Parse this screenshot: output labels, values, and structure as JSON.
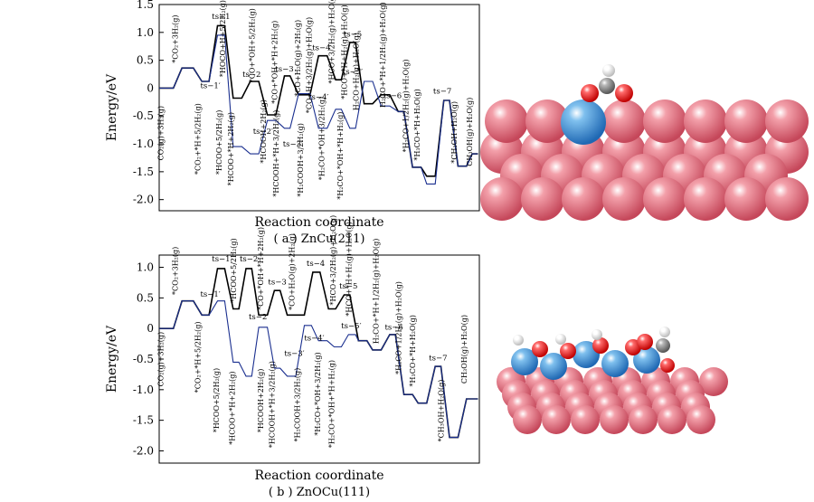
{
  "chart_data": [
    {
      "type": "line",
      "caption": "( a ) ZnCu(211)",
      "xlabel": "Reaction coordinate",
      "ylabel": "Energy/eV",
      "ylim": [
        -2.2,
        1.5
      ],
      "yticks": [
        "1.5",
        "1.0",
        "0.5",
        "0",
        "-0.5",
        "-1.0",
        "-1.5",
        "-2.0"
      ],
      "series": [
        {
          "color": "#000000",
          "points": [
            [
              0,
              0
            ],
            [
              1,
              0
            ],
            [
              1.6,
              0.36
            ],
            [
              2.4,
              0.36
            ],
            [
              3,
              0.12
            ],
            [
              3.5,
              0.12
            ],
            [
              4.1,
              1.12
            ],
            [
              4.6,
              1.12
            ],
            [
              5.2,
              -0.18
            ],
            [
              5.8,
              -0.18
            ],
            [
              6.4,
              0.12
            ],
            [
              7,
              0.12
            ],
            [
              7.6,
              -0.48
            ],
            [
              8.2,
              -0.48
            ],
            [
              8.8,
              0.22
            ],
            [
              9.2,
              0.22
            ],
            [
              9.8,
              -0.12
            ],
            [
              10.6,
              -0.12
            ],
            [
              11.2,
              0.58
            ],
            [
              11.8,
              0.58
            ],
            [
              12.4,
              0.15
            ],
            [
              12.8,
              0.15
            ],
            [
              13.4,
              0.82
            ],
            [
              13.8,
              0.82
            ],
            [
              14.4,
              -0.28
            ],
            [
              15,
              -0.28
            ],
            [
              15.6,
              -0.12
            ],
            [
              16.2,
              -0.12
            ],
            [
              16.8,
              -0.42
            ],
            [
              17.2,
              -0.42
            ],
            [
              17.8,
              -1.42
            ],
            [
              18.4,
              -1.42
            ],
            [
              18.8,
              -1.58
            ],
            [
              19.4,
              -1.58
            ],
            [
              20,
              -0.22
            ],
            [
              20.4,
              -0.22
            ],
            [
              21,
              -1.4
            ],
            [
              21.6,
              -1.4
            ],
            [
              22,
              -1.18
            ],
            [
              22.4,
              -1.18
            ]
          ]
        },
        {
          "color": "#1a2f8f",
          "points": [
            [
              0,
              0
            ],
            [
              1,
              0
            ],
            [
              1.6,
              0.36
            ],
            [
              2.4,
              0.36
            ],
            [
              3,
              0.12
            ],
            [
              3.5,
              0.12
            ],
            [
              4.1,
              0.95
            ],
            [
              4.6,
              0.95
            ],
            [
              5.2,
              -1.05
            ],
            [
              5.8,
              -1.05
            ],
            [
              6.4,
              -1.18
            ],
            [
              7,
              -1.18
            ],
            [
              7.6,
              -0.58
            ],
            [
              8.2,
              -0.58
            ],
            [
              8.8,
              -0.72
            ],
            [
              9.2,
              -0.72
            ],
            [
              9.8,
              -0.1
            ],
            [
              10.6,
              -0.1
            ],
            [
              11.2,
              -0.72
            ],
            [
              11.8,
              -0.72
            ],
            [
              12.4,
              -0.38
            ],
            [
              12.8,
              -0.38
            ],
            [
              13.4,
              -0.72
            ],
            [
              13.8,
              -0.72
            ],
            [
              14.4,
              0.12
            ],
            [
              15,
              0.12
            ],
            [
              15.6,
              -0.32
            ],
            [
              16.2,
              -0.32
            ],
            [
              16.8,
              -0.42
            ],
            [
              17.2,
              -0.42
            ],
            [
              17.8,
              -1.42
            ],
            [
              18.4,
              -1.42
            ],
            [
              18.8,
              -1.72
            ],
            [
              19.4,
              -1.72
            ],
            [
              20,
              -0.22
            ],
            [
              20.4,
              -0.22
            ],
            [
              21,
              -1.4
            ],
            [
              21.6,
              -1.4
            ],
            [
              22,
              -1.18
            ],
            [
              22.4,
              -1.18
            ]
          ]
        }
      ],
      "transition_states": [
        {
          "label": "ts−1",
          "x": 4.35,
          "y": 1.24
        },
        {
          "label": "ts−1′",
          "x": 3.6,
          "y": 0.0
        },
        {
          "label": "ts−2",
          "x": 6.5,
          "y": 0.2
        },
        {
          "label": "ts−2′",
          "x": 7.3,
          "y": -0.82
        },
        {
          "label": "ts−3",
          "x": 8.8,
          "y": 0.3
        },
        {
          "label": "ts−3′",
          "x": 9.4,
          "y": -1.05
        },
        {
          "label": "ts−4",
          "x": 11.4,
          "y": 0.68
        },
        {
          "label": "ts−4′",
          "x": 11.2,
          "y": -0.2
        },
        {
          "label": "ts−5",
          "x": 13.6,
          "y": 0.92
        },
        {
          "label": "ts−5′",
          "x": 13.6,
          "y": 0.25
        },
        {
          "label": "ts−6",
          "x": 16.4,
          "y": -0.18
        },
        {
          "label": "ts−7",
          "x": 19.9,
          "y": -0.1
        }
      ],
      "annotations": [
        {
          "label": "CO₂(g)+3H₂(g)",
          "x": 0.3,
          "y": -1.3
        },
        {
          "label": "*CO₂+3H₂(g)",
          "x": 1.3,
          "y": 0.45
        },
        {
          "label": "*CO₂+*H+5/2H₂(g)",
          "x": 2.9,
          "y": -1.55
        },
        {
          "label": "*HOCO+H+5/2H₂(g)",
          "x": 4.65,
          "y": 0.2
        },
        {
          "label": "*CO+*OH+5/2H₂(g)",
          "x": 6.7,
          "y": 0.1
        },
        {
          "label": "*HCOO+5/2H₂(g)",
          "x": 4.4,
          "y": -1.55
        },
        {
          "label": "*HCOO+*H+2H₂(g)",
          "x": 5.2,
          "y": -1.75
        },
        {
          "label": "*CO+*OH+*H+2H₂(g)",
          "x": 8.3,
          "y": -0.28
        },
        {
          "label": "*HCOOH+2H₂(g)",
          "x": 7.5,
          "y": -1.35
        },
        {
          "label": "*HCOOH+*H+3/2H₂(g)",
          "x": 8.4,
          "y": -1.95
        },
        {
          "label": "*H₂COOH+3/2H₂(g)",
          "x": 10.1,
          "y": -1.95
        },
        {
          "label": "*CO+H₂O(g)+2H₂(g)",
          "x": 9.9,
          "y": -0.15
        },
        {
          "label": "*CO+H+3/2H₂(g)+H₂O(g)",
          "x": 10.7,
          "y": -0.45
        },
        {
          "label": "*HCO+3/2H₂(g)+H₂O(g)",
          "x": 12.3,
          "y": 0.08
        },
        {
          "label": "*HCO+*H+H₂(g)+H₂O(g)",
          "x": 13.2,
          "y": -0.2
        },
        {
          "label": "*H₂CO+*OH+3/2H₂(g)",
          "x": 11.6,
          "y": -1.65
        },
        {
          "label": "*H₂CO+*OH+*H+H₂(g)",
          "x": 12.9,
          "y": -2.0
        },
        {
          "label": "H₂CO+H₂(g)+H₂O(g)",
          "x": 14.0,
          "y": -0.4
        },
        {
          "label": "H₂CO+*H+1/2H₂(g)+H₂O(g)",
          "x": 15.9,
          "y": -0.35
        },
        {
          "label": "*H₂CO+1/2H₂(g)+H₂O(g)",
          "x": 17.5,
          "y": -1.15
        },
        {
          "label": "*H₃CO+*H+H₂O(g)",
          "x": 18.3,
          "y": -1.3
        },
        {
          "label": "*CH₃OH+H₂O(g)",
          "x": 20.9,
          "y": -1.35
        },
        {
          "label": "CH₃OH(g)+H₂O(g)",
          "x": 22.0,
          "y": -1.4
        }
      ]
    },
    {
      "type": "line",
      "caption": "( b ) ZnOCu(111)",
      "xlabel": "Reaction coordinate",
      "ylabel": "Energy/eV",
      "ylim": [
        -2.2,
        1.2
      ],
      "yticks": [
        "1.0",
        "0.5",
        "0",
        "-0.5",
        "-1.0",
        "-1.5",
        "-2.0"
      ],
      "series": [
        {
          "color": "#000000",
          "points": [
            [
              0,
              0
            ],
            [
              1,
              0
            ],
            [
              1.6,
              0.45
            ],
            [
              2.4,
              0.45
            ],
            [
              3,
              0.22
            ],
            [
              3.5,
              0.22
            ],
            [
              4.1,
              0.98
            ],
            [
              4.6,
              0.98
            ],
            [
              5.2,
              0.32
            ],
            [
              5.6,
              0.32
            ],
            [
              6.1,
              0.98
            ],
            [
              6.5,
              0.98
            ],
            [
              7,
              0.22
            ],
            [
              7.6,
              0.22
            ],
            [
              8.1,
              0.62
            ],
            [
              8.5,
              0.62
            ],
            [
              9,
              0.22
            ],
            [
              10.2,
              0.22
            ],
            [
              10.8,
              0.92
            ],
            [
              11.3,
              0.92
            ],
            [
              11.9,
              0.32
            ],
            [
              12.4,
              0.32
            ],
            [
              13,
              0.55
            ],
            [
              13.4,
              0.55
            ],
            [
              14,
              -0.2
            ],
            [
              14.6,
              -0.2
            ],
            [
              15,
              -0.35
            ],
            [
              15.6,
              -0.35
            ],
            [
              16.2,
              -0.1
            ],
            [
              16.6,
              -0.1
            ],
            [
              17.2,
              -1.08
            ],
            [
              17.8,
              -1.08
            ],
            [
              18.2,
              -1.22
            ],
            [
              18.8,
              -1.22
            ],
            [
              19.4,
              -0.62
            ],
            [
              19.8,
              -0.62
            ],
            [
              20.4,
              -1.78
            ],
            [
              21,
              -1.78
            ],
            [
              21.6,
              -1.15
            ],
            [
              22.4,
              -1.15
            ]
          ]
        },
        {
          "color": "#1a2f8f",
          "points": [
            [
              0,
              0
            ],
            [
              1,
              0
            ],
            [
              1.6,
              0.45
            ],
            [
              2.4,
              0.45
            ],
            [
              3,
              0.22
            ],
            [
              3.5,
              0.22
            ],
            [
              4.1,
              0.45
            ],
            [
              4.6,
              0.45
            ],
            [
              5.2,
              -0.55
            ],
            [
              5.6,
              -0.55
            ],
            [
              6.1,
              -0.78
            ],
            [
              6.5,
              -0.78
            ],
            [
              7,
              0.02
            ],
            [
              7.6,
              0.02
            ],
            [
              8.1,
              -0.65
            ],
            [
              8.5,
              -0.65
            ],
            [
              9,
              -0.78
            ],
            [
              9.6,
              -0.78
            ],
            [
              10.2,
              0.05
            ],
            [
              10.7,
              0.05
            ],
            [
              11.2,
              -0.2
            ],
            [
              11.8,
              -0.2
            ],
            [
              12.3,
              -0.3
            ],
            [
              12.8,
              -0.3
            ],
            [
              13.3,
              -0.1
            ],
            [
              13.8,
              -0.1
            ],
            [
              14,
              -0.2
            ],
            [
              14.6,
              -0.2
            ],
            [
              15,
              -0.35
            ],
            [
              15.6,
              -0.35
            ],
            [
              16.2,
              -0.1
            ],
            [
              16.6,
              -0.1
            ],
            [
              17.2,
              -1.08
            ],
            [
              17.8,
              -1.08
            ],
            [
              18.2,
              -1.22
            ],
            [
              18.8,
              -1.22
            ],
            [
              19.4,
              -0.62
            ],
            [
              19.8,
              -0.62
            ],
            [
              20.4,
              -1.78
            ],
            [
              21,
              -1.78
            ],
            [
              21.6,
              -1.15
            ],
            [
              22.4,
              -1.15
            ]
          ]
        }
      ],
      "transition_states": [
        {
          "label": "ts−1",
          "x": 4.35,
          "y": 1.1
        },
        {
          "label": "ts−1′",
          "x": 3.6,
          "y": 0.52
        },
        {
          "label": "ts−2",
          "x": 6.3,
          "y": 1.1
        },
        {
          "label": "ts−2′",
          "x": 7.0,
          "y": 0.15
        },
        {
          "label": "ts−3",
          "x": 8.3,
          "y": 0.72
        },
        {
          "label": "ts−3′",
          "x": 9.5,
          "y": -0.45
        },
        {
          "label": "ts−4",
          "x": 11.0,
          "y": 1.02
        },
        {
          "label": "ts−4′",
          "x": 10.9,
          "y": -0.2
        },
        {
          "label": "ts−5",
          "x": 13.3,
          "y": 0.65
        },
        {
          "label": "ts−5′",
          "x": 13.5,
          "y": 0.0
        },
        {
          "label": "ts−6",
          "x": 16.5,
          "y": -0.02
        },
        {
          "label": "ts−7",
          "x": 19.6,
          "y": -0.52
        }
      ],
      "annotations": [
        {
          "label": "CO₂(g)+3H₂(g)",
          "x": 0.3,
          "y": -0.95
        },
        {
          "label": "*CO₂+3H₂(g)",
          "x": 1.3,
          "y": 0.55
        },
        {
          "label": "*CO₂+*H+5/2H₂(g)",
          "x": 2.9,
          "y": -1.05
        },
        {
          "label": "*HCOO+5/2H₂(g)",
          "x": 4.2,
          "y": -1.7
        },
        {
          "label": "*HCOO+*H+2H₂(g)",
          "x": 5.3,
          "y": -1.9
        },
        {
          "label": "*HCOO+5/2H₂(g)",
          "x": 5.4,
          "y": 0.42
        },
        {
          "label": "*CO+*OH+*H+2H₂(g)",
          "x": 7.3,
          "y": 0.3
        },
        {
          "label": "*HCOOH+2H₂(g)",
          "x": 7.3,
          "y": -1.7
        },
        {
          "label": "*HCOOH+*H+3/2H₂(g)",
          "x": 8.1,
          "y": -1.95
        },
        {
          "label": "*CO+H₂O(g)+2H₂(g)",
          "x": 9.5,
          "y": 0.3
        },
        {
          "label": "*H₂COOH+3/2H₂(g)",
          "x": 9.9,
          "y": -1.85
        },
        {
          "label": "*H₂CO+*OH+3/2H₂(g)",
          "x": 11.3,
          "y": -1.75
        },
        {
          "label": "*H₂CO+*OH+*H+H₂(g)",
          "x": 12.3,
          "y": -1.95
        },
        {
          "label": "*HCO+3/2H₂(g)+H₂O(g)",
          "x": 12.4,
          "y": 0.38
        },
        {
          "label": "*HCO+*H+H₂(g)+H₂O(g)",
          "x": 13.5,
          "y": 0.2
        },
        {
          "label": "H₂CO+*H+1/2H₂(g)+H₂O(g)",
          "x": 15.4,
          "y": -0.25
        },
        {
          "label": "*H₂CO+1/2H₂(g)+H₂O(g)",
          "x": 17.0,
          "y": -0.75
        },
        {
          "label": "*H₃CO+*H+H₂O(g)",
          "x": 18.0,
          "y": -0.95
        },
        {
          "label": "*CH₃OH+H₂O(g)",
          "x": 20.0,
          "y": -1.85
        },
        {
          "label": "CH₃OH(g)+H₂O(g)",
          "x": 21.6,
          "y": -0.9
        }
      ]
    }
  ]
}
